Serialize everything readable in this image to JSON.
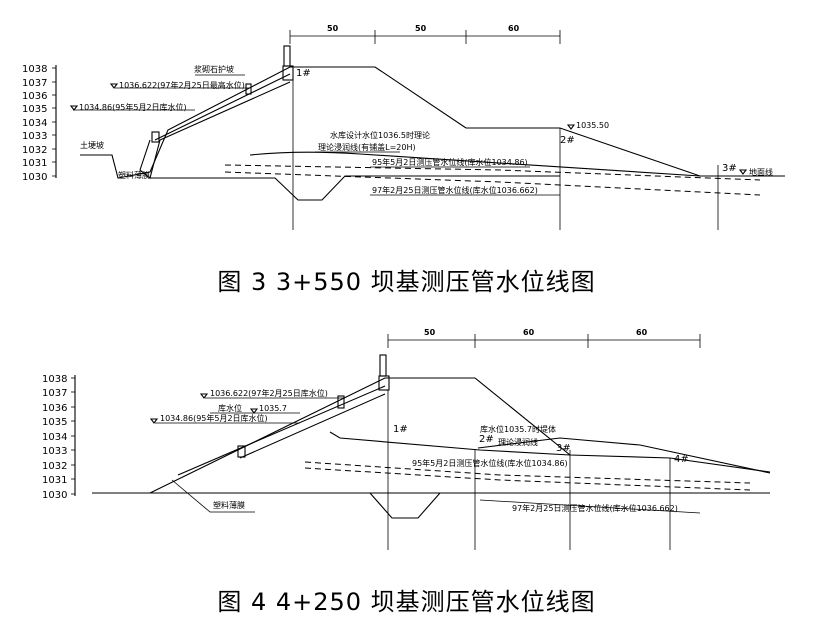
{
  "figure1": {
    "caption": "图 3   3+550 坝基测压管水位线图",
    "y_ticks": [
      "1038",
      "1037",
      "1036",
      "1035",
      "1034",
      "1033",
      "1032",
      "1031",
      "1030"
    ],
    "dims": [
      "50",
      "50",
      "60"
    ],
    "labels": {
      "riprap": "浆砌石护坡",
      "wl97": "1036.622(97年2月25日最高水位)",
      "wl95": "1034.86(95年5月2日库水位)",
      "earth_slope": "土埂坡",
      "membrane": "塑料薄膜",
      "design_wl": "水库设计水位1036.5时理论",
      "seepage": "理论浸润线(有铺盖L=20H)",
      "level_2": "1035.50",
      "line95": "95年5月2日测压管水位线(库水位1034.86)",
      "line97": "97年2月25日测压管水位线(库水位1036.662)",
      "ground": "地面线",
      "p1": "1#",
      "p2": "2#",
      "p3": "3#"
    }
  },
  "figure2": {
    "caption": "图 4   4+250 坝基测压管水位线图",
    "y_ticks": [
      "1038",
      "1037",
      "1036",
      "1035",
      "1034",
      "1033",
      "1032",
      "1031",
      "1030"
    ],
    "dims": [
      "50",
      "60",
      "60"
    ],
    "labels": {
      "wl97": "1036.622(97年2月25日库水位)",
      "wl_now_label": "库水位",
      "wl_now": "1035.7",
      "wl95": "1034.86(95年5月2日库水位)",
      "design_wl": "库水位1035.7时堤体",
      "seepage": "理论浸润线",
      "line95": "95年5月2日测压管水位线(库水位1034.86)",
      "membrane": "塑料薄膜",
      "line97": "97年2月25日测压管水位线(库水位1036.662)",
      "p1": "1#",
      "p2": "2#",
      "p3": "3#",
      "p4": "4#"
    }
  }
}
